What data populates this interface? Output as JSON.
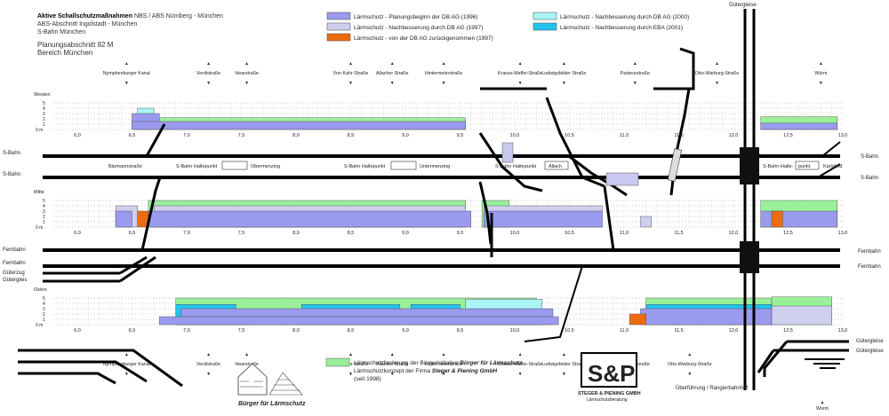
{
  "header": {
    "title_bold": "Aktive Schallschutzmaßnahmen",
    "title_rest": "NBS / ABS Nürnberg - München",
    "line2": "ABS-Abschnitt Ingolstadt - München",
    "line3": "S-Bahn München",
    "section": "Planungsabschnitt 82 M",
    "area": "Bereich München"
  },
  "legend": [
    {
      "label": "Lärmschutz - Planungsbeginn der DB AG (1996)",
      "color": "#9a9aee"
    },
    {
      "label": "Lärmschutz - Nachbesserung durch DB AG (1997)",
      "color": "#cfcfee"
    },
    {
      "label": "Lärmschutz - von der DB AG zurückgenommen (1997)",
      "color": "#ee6a10"
    },
    {
      "label": "Lärmschutz - Nachbesserung durch DB AG (2000)",
      "color": "#aaf4f4"
    },
    {
      "label": "Lärmschutz - Nachbesserung durch EBA (2001)",
      "color": "#22c4ee"
    }
  ],
  "streets": [
    "Nymphenburger Kanal",
    "Verdistraße",
    "Hearstraße",
    "Von-Kahr-Straße",
    "Allacher Straße",
    "Hintermeierstraße",
    "Krauss-Maffei-Straße",
    "Ludwigsfelder Straße",
    "Pasteurstraße",
    "Otto-Warburg-Straße",
    "Würm"
  ],
  "km_labels": [
    "6,0",
    "6,5",
    "7,0",
    "7,5",
    "8,0",
    "8,5",
    "9,0",
    "9,5",
    "10,0",
    "10,5",
    "11,0",
    "11,5",
    "12,0",
    "12,5",
    "13,0"
  ],
  "scale_labels": [
    "5",
    "4",
    "3",
    "2",
    "1",
    "0 m"
  ],
  "panel_labels": {
    "west": "Westen",
    "middle": "Mitte",
    "east": "Osten"
  },
  "tracks": {
    "sbahn": "S-Bahn",
    "fernbahn": "Fernbahn",
    "gueterzug": "Güterzug",
    "gueterglels": "Gütergleis",
    "gueterglels_top": "Gütergleise",
    "gueterglels_right": "Gütergleise"
  },
  "stations": {
    "baermann": "Bärmannstraße",
    "halt1_label": "S-Bahn Haltepunkt",
    "halt1_name": "Obermenzing",
    "halt2_label": "S-Bahn Haltepunkt",
    "halt2_name": "Untermenzing",
    "halt3_label": "S-Bahn Haltepunkt",
    "halt3_name": "Allach",
    "halt4_label": "S-Bahn Halte-",
    "halt4_box": "punkt",
    "halt4_name": "Karlsfeld"
  },
  "footer": {
    "logo1": "Bürger für Lärmschutz",
    "logo2_top": "S&P",
    "logo2_name": "STEGER & PIENING GMBH",
    "logo2_sub": "Lärmschutzberatung",
    "green_line1_prefix": "Lärmschutzforderung der Bürgerinitiative",
    "green_line1_bold": "Bürger für Lärmschutz",
    "green_line2_prefix": "Lärmschutzkonzept der Firma",
    "green_line2_bold": "Steger & Piening GmbH",
    "green_line3": "(seit 1998)",
    "green_color": "#99f099",
    "ueberfuehrung": "Überführung / Rangierbahnhof"
  }
}
